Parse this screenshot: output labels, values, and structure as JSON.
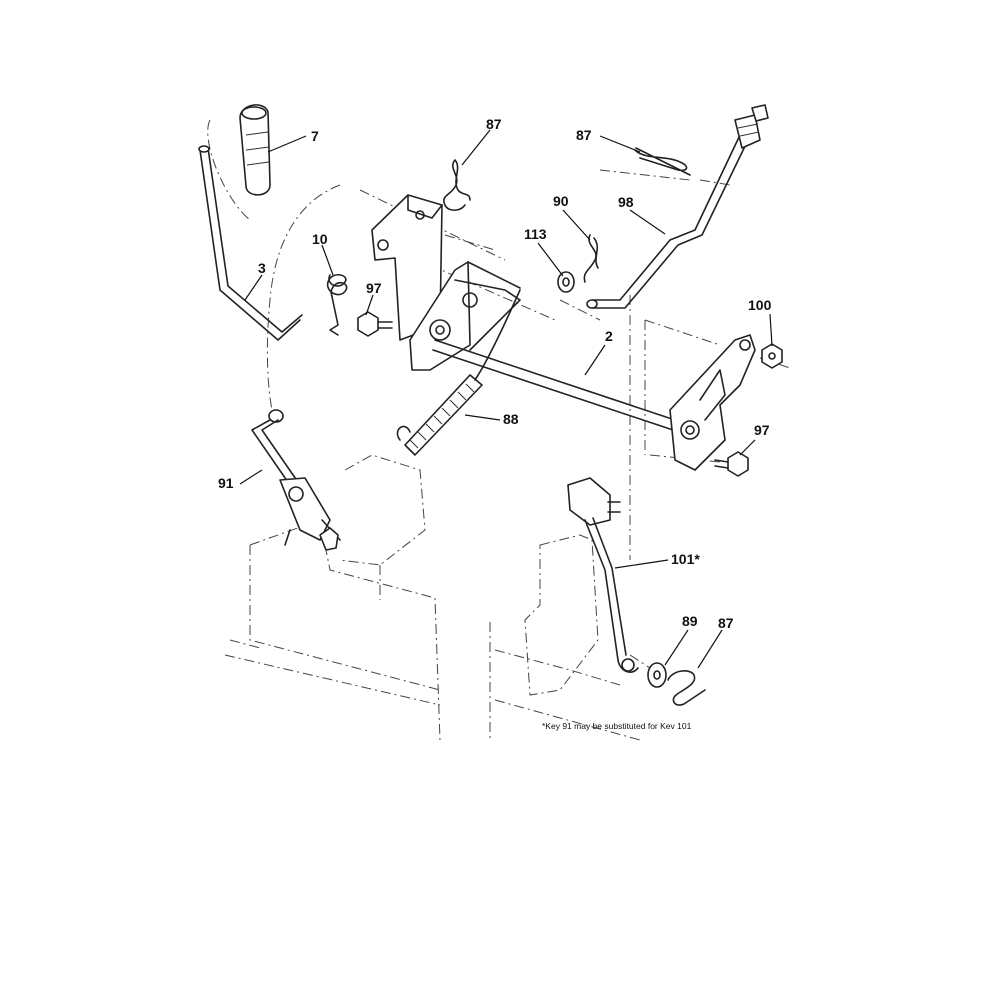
{
  "callouts": {
    "c7": "7",
    "c87a": "87",
    "c87b": "87",
    "c87c": "87",
    "c10": "10",
    "c3": "3",
    "c97a": "97",
    "c97b": "97",
    "c113": "113",
    "c90": "90",
    "c98": "98",
    "c100": "100",
    "c2": "2",
    "c88": "88",
    "c91": "91",
    "c101": "101*",
    "c89": "89"
  },
  "footnote": "*Key 91 may be substituted for Kev 101"
}
